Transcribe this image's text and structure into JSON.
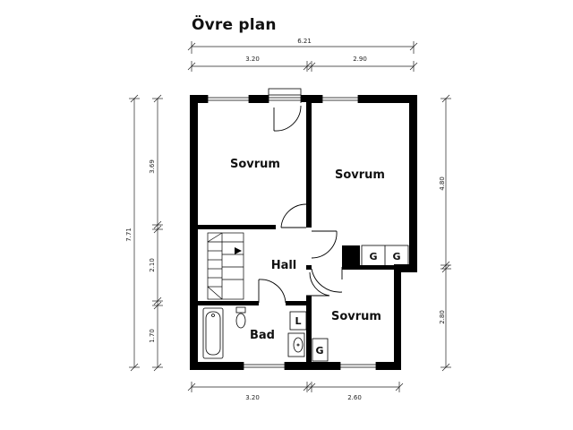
{
  "title": "Övre plan",
  "rooms": {
    "sovrum_1": "Sovrum",
    "sovrum_2": "Sovrum",
    "sovrum_3": "Sovrum",
    "hall": "Hall",
    "bad": "Bad"
  },
  "fixtures": {
    "g_label_1": "G",
    "g_label_2": "G",
    "g_label_3": "G",
    "l_label": "L"
  },
  "dimensions": {
    "top_total": "6.21",
    "top_left": "3.20",
    "top_right": "2.90",
    "bottom_left": "3.20",
    "bottom_right": "2.60",
    "left_total": "7.71",
    "left_upper": "3.69",
    "left_middle": "2.10",
    "left_lower": "1.70",
    "right_upper": "4.80",
    "right_lower": "2.80"
  }
}
